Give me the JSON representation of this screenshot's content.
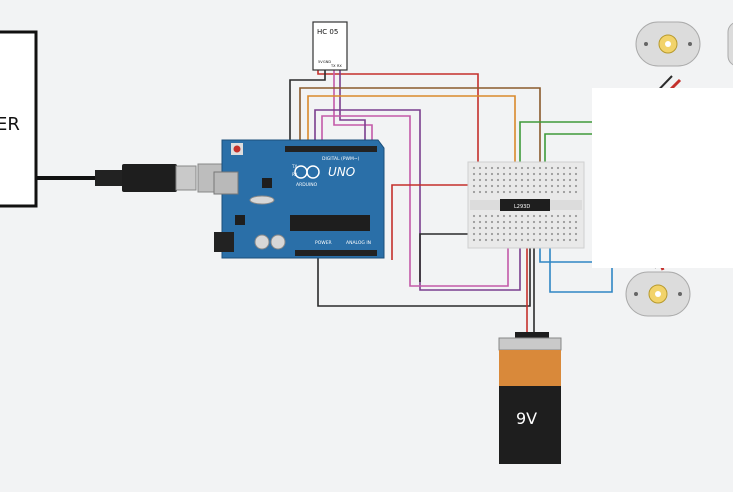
{
  "computer_box": {
    "label": "ER"
  },
  "bluetooth_module": {
    "title": "HC 05",
    "pins": [
      "5V",
      "GND",
      "TX",
      "RX"
    ]
  },
  "arduino": {
    "logo": "UNO",
    "brand": "ARDUINO",
    "digital_label": "DIGITAL (PWM~)",
    "power_label": "POWER",
    "analog_label": "ANALOG IN",
    "tx_label": "TX",
    "rx_label": "RX"
  },
  "motor_driver": {
    "label": "L293D"
  },
  "battery": {
    "label": "9V"
  },
  "colors": {
    "board": "#2a6fa8",
    "wire_red": "#c4302b",
    "wire_black": "#2b2b2b",
    "wire_brown": "#8a5a2b",
    "wire_orange": "#d9892b",
    "wire_purple": "#7a3e8e",
    "wire_green": "#3f9a3a",
    "wire_blue": "#2f86c4",
    "wire_pink": "#c35aa8",
    "breadboard": "#e9e9e9",
    "battery_top": "#d9893a"
  }
}
